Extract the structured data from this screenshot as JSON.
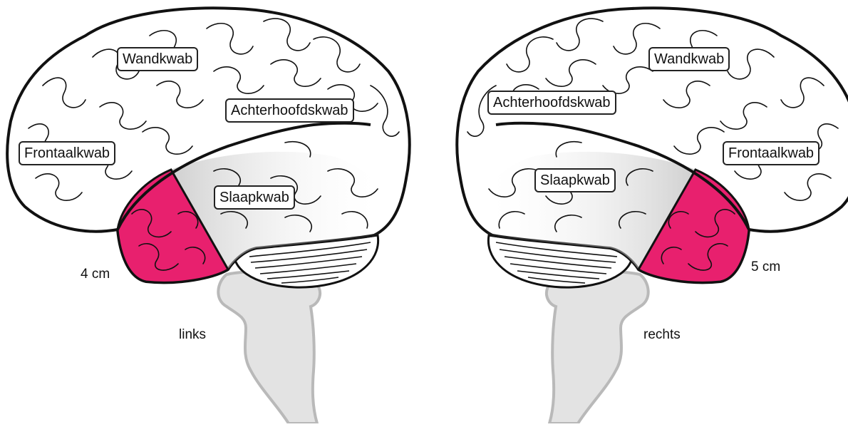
{
  "colors": {
    "highlight": "#e8206e",
    "outline": "#111111",
    "brainstem": "#e3e3e3",
    "brainstem_stroke": "#b9b9b9",
    "gradient": "#c9c9c9"
  },
  "left": {
    "labels": {
      "wandkwab": "Wandkwab",
      "achterhoofdskwab": "Achterhoofdskwab",
      "frontaalkwab": "Frontaalkwab",
      "slaapkwab": "Slaapkwab"
    },
    "measurement": "4 cm",
    "side": "links"
  },
  "right": {
    "labels": {
      "wandkwab": "Wandkwab",
      "achterhoofdskwab": "Achterhoofdskwab",
      "frontaalkwab": "Frontaalkwab",
      "slaapkwab": "Slaapkwab"
    },
    "measurement": "5 cm",
    "side": "rechts"
  }
}
